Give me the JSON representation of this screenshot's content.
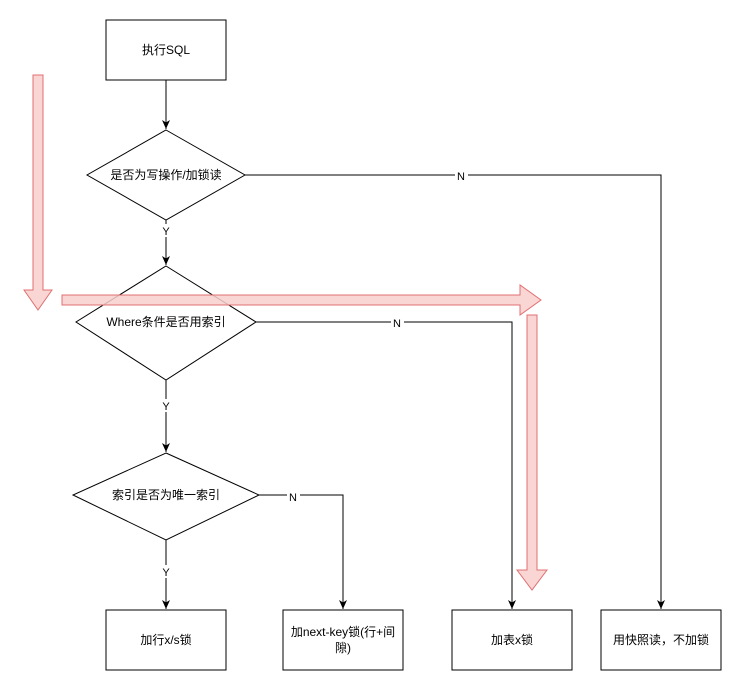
{
  "nodes": {
    "start": "执行SQL",
    "q_write_lock": "是否为写操作/加锁读",
    "q_where_index": "Where条件是否用索引",
    "q_unique_index": "索引是否为唯一索引",
    "lock_row": "加行x/s锁",
    "lock_nextkey_line1": "加next-key锁(行+间",
    "lock_nextkey_line2": "隙)",
    "lock_table": "加表x锁",
    "snapshot_read": "用快照读，不加锁"
  },
  "edges": {
    "yes": "Y",
    "no": "N"
  },
  "colors": {
    "stroke": "#000000",
    "highlight_fill": "#f8cecc",
    "highlight_stroke": "#e07070"
  }
}
